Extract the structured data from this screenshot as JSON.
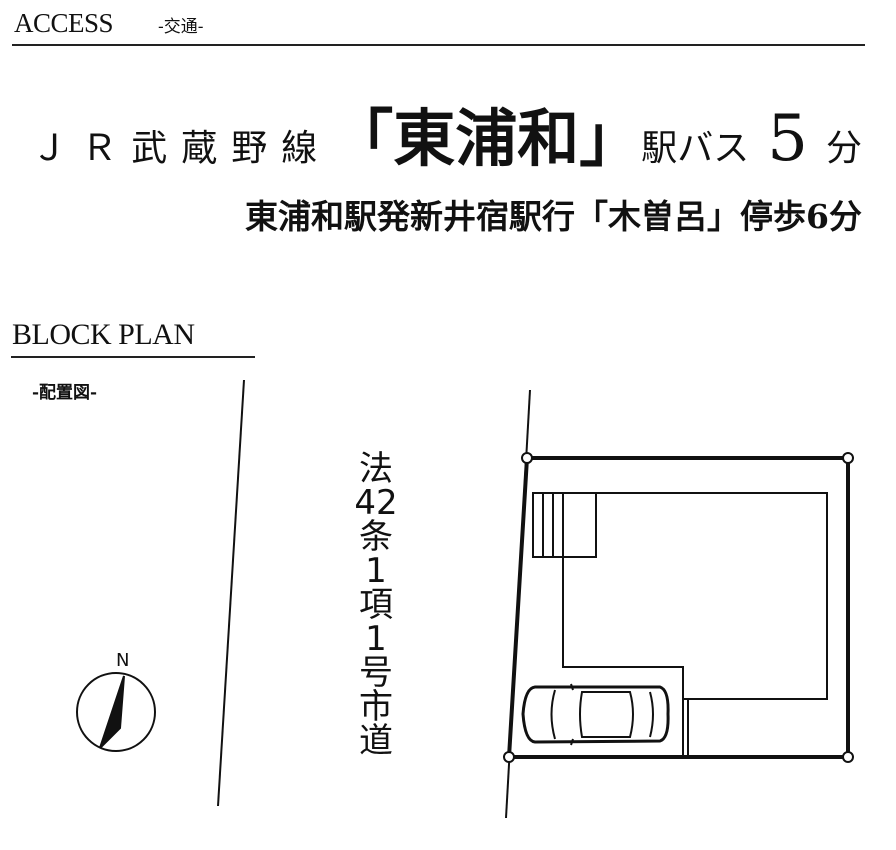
{
  "access": {
    "title": "ACCESS",
    "subtitle": "-交通-",
    "line1": {
      "prefix": "ＪＲ武蔵野線",
      "station": "「東浦和」",
      "suffix": "駅バス",
      "minutes": "5",
      "unit": "分"
    },
    "line2": "東浦和駅発新井宿駅行「木曽呂」停歩6分"
  },
  "block_plan": {
    "title": "BLOCK PLAN",
    "subtitle": "-配置図-",
    "road_label": [
      "法",
      "42",
      "条",
      "1",
      "項",
      "1",
      "号",
      "市",
      "道"
    ],
    "north_label": "N"
  }
}
